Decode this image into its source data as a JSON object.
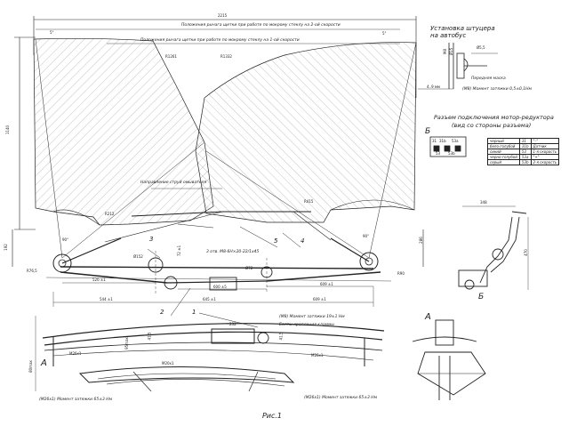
{
  "figure": {
    "caption": "Рис.1"
  },
  "top": {
    "overall_dim": "2215",
    "angle_5_left": "5°",
    "angle_5_right": "5°",
    "label_pos2": "Положения рычага щетки при работе по мокрому стеклу на 2-ой скорости",
    "label_pos1": "Положения рычага щетки при работе по мокрому стеклу на 1-ой скорости",
    "r1261": "R1261",
    "r1332": "R1332",
    "dim_1140": "1140",
    "jet_direction": "Направление струй омывателя",
    "r212": "R212",
    "r415": "R415",
    "angle_90_left": "90°",
    "angle_90_right": "90°",
    "dim_192": "192",
    "dim_286": "286",
    "holes_note": "3 отв. М8-6Н×20-22/1х45",
    "r76": "R76,5",
    "r90": "R90",
    "phi152": "Ø152",
    "phi72": "Ø72",
    "dim_526": "526 ±1",
    "dim_600": "600 ±5",
    "dim_609a": "609 ±1",
    "dim_544": "544 ±1",
    "dim_645": "645 ±1",
    "dim_609b": "609 ±1",
    "dim_72": "72 ±1"
  },
  "callouts": [
    "1",
    "2",
    "3",
    "4",
    "5"
  ],
  "nozzle": {
    "title": "Установка штуцера на автобус",
    "phi": "Ø5,5",
    "m8": "M8",
    "phi15": "Ø15",
    "mask": "Передняя маска",
    "dim": "4..9 мм",
    "torque": "(M8) Момент затяжки 0,5±0,1Нм"
  },
  "connector": {
    "title_line1": "Разъем подключения мотор-редуктора",
    "title_line2": "(вид со стороны разъема)",
    "letter": "Б",
    "pins": [
      "31",
      "31b",
      "53a",
      "53",
      "53b"
    ],
    "rows": [
      {
        "color": "черный",
        "pin": "31",
        "desc": "\"–\""
      },
      {
        "color": "бело-голубой",
        "pin": "31b",
        "desc": "Датчик"
      },
      {
        "color": "синий",
        "pin": "53",
        "desc": "1-я скорость"
      },
      {
        "color": "черно-голубой",
        "pin": "53a",
        "desc": "\"+\""
      },
      {
        "color": "серый",
        "pin": "53b",
        "desc": "2-я скорость"
      }
    ]
  },
  "side_view": {
    "dim_348": "348",
    "dim_470": "470",
    "letter_b": "Б"
  },
  "detail_a": {
    "letter": "A"
  },
  "bottom": {
    "dim_232": "232",
    "torque1": "(M8) Момент затяжки 19±1 Нм",
    "bolts": "Болты крепления кламмы",
    "m26_left": "M26х1",
    "m26_right": "M26х1",
    "m20": "M20х1",
    "letter_a": "A",
    "torque_left": "(M26х1) Момент затяжки 65±3 Нм",
    "torque_right": "(M26х1) Момент затяжки 65±3 Нм",
    "dim_80": "80max",
    "dim_41_a": "41,5",
    "dim_41_b": "41,5",
    "dim_95": "95max"
  }
}
